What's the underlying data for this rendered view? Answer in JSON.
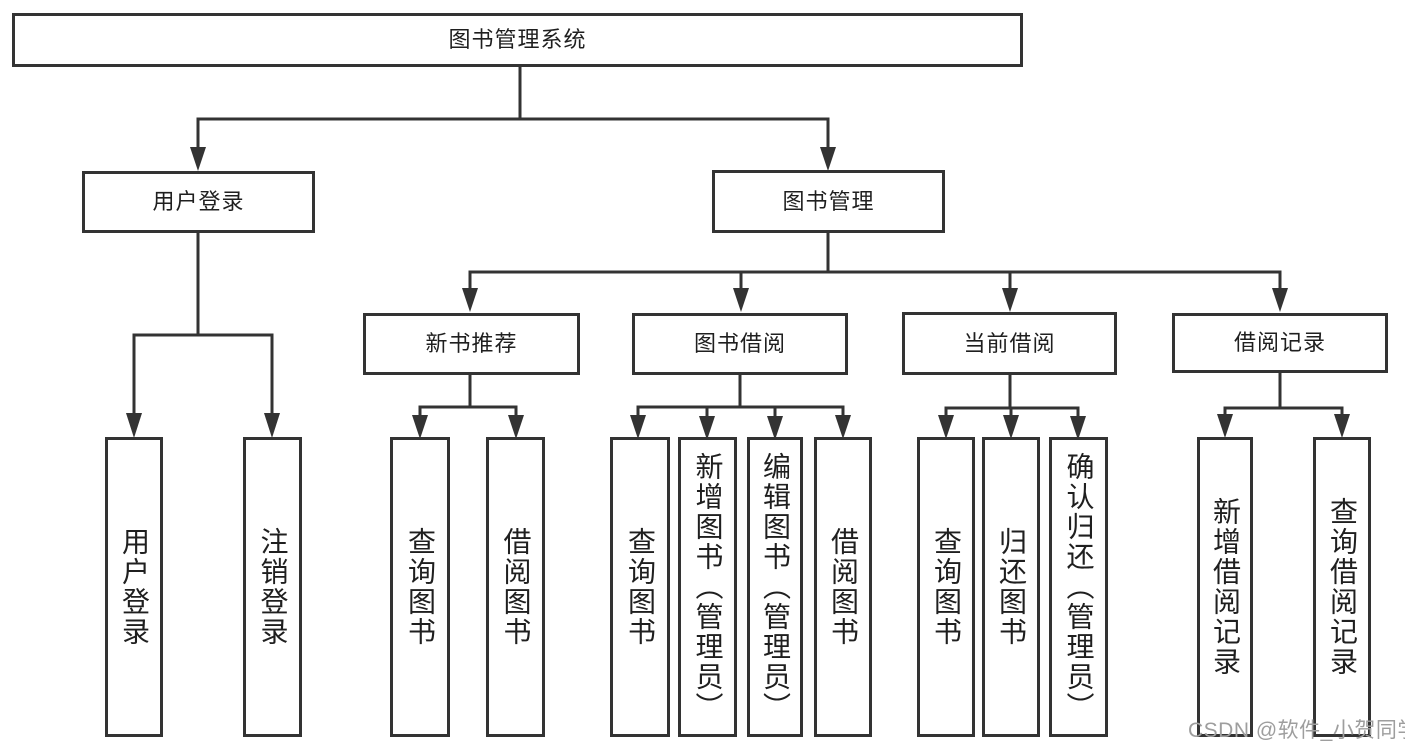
{
  "colors": {
    "line": "#333333",
    "text": "#1f1f1f",
    "watermark_gray": "#9e9e9e",
    "background": "#ffffff"
  },
  "tree": {
    "root": "图书管理系统",
    "branches": [
      {
        "label": "用户登录",
        "leaves": [
          "用户登录",
          "注销登录"
        ]
      },
      {
        "label": "图书管理",
        "sections": [
          {
            "label": "新书推荐",
            "leaves": [
              "查询图书",
              "借阅图书"
            ]
          },
          {
            "label": "图书借阅",
            "leaves": [
              "查询图书",
              "新增图书（管理员）",
              "编辑图书（管理员）",
              "借阅图书"
            ]
          },
          {
            "label": "当前借阅",
            "leaves": [
              "查询图书",
              "归还图书",
              "确认归还（管理员）"
            ]
          },
          {
            "label": "借阅记录",
            "leaves": [
              "新增借阅记录",
              "查询借阅记录"
            ]
          }
        ]
      }
    ]
  },
  "watermark": "CSDN @软件_小贺同学"
}
